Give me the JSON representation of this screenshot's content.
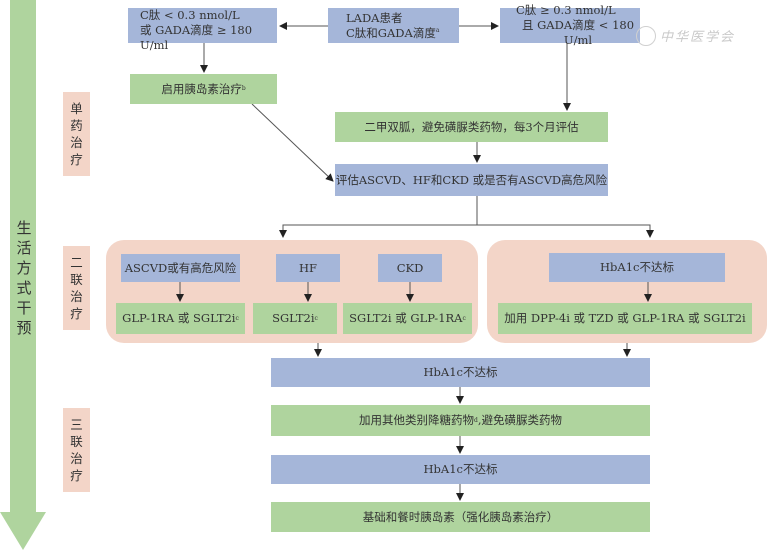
{
  "lifestyle": {
    "chars": [
      "生",
      "活",
      "方",
      "式",
      "干",
      "预"
    ],
    "color": "#afd49e"
  },
  "stages": {
    "mono": [
      "单",
      "药",
      "治",
      "疗"
    ],
    "dual": [
      "二",
      "联",
      "治",
      "疗"
    ],
    "triple": [
      "三",
      "联",
      "治",
      "疗"
    ]
  },
  "top": {
    "left_box": {
      "line1": "C肽 < 0.3 nmol/L",
      "line2": "或 GADA滴度 ≥ 180 U/ml"
    },
    "center_box": {
      "line1": "LADA患者",
      "line2": "C肽和GADA滴度",
      "sup": "a"
    },
    "right_box": {
      "line1": "C肽 ≥ 0.3 nmol/L",
      "line2": "且 GADA滴度 < 180 U/ml"
    },
    "insulin_box": {
      "text": "启用胰岛素治疗",
      "sup": "b"
    }
  },
  "mono": {
    "metformin_box": "二甲双胍，避免磺脲类药物，每3个月评估",
    "assess_box": "评估ASCVD、HF和CKD 或是否有ASCVD高危风险"
  },
  "dual": {
    "left_group": [
      {
        "condition": "ASCVD或有高危风险",
        "treatment": "GLP-1RA 或 SGLT2i",
        "sup": "c"
      },
      {
        "condition": "HF",
        "treatment": "SGLT2i",
        "sup": "c"
      },
      {
        "condition": "CKD",
        "treatment": "SGLT2i 或 GLP-1RA",
        "sup": "c"
      }
    ],
    "right_group": {
      "condition": "HbA1c不达标",
      "treatment": "加用 DPP-4i 或 TZD 或 GLP-1RA 或 SGLT2i"
    }
  },
  "triple": {
    "hba1c_1": "HbA1c不达标",
    "add_other": {
      "text_before": "加用其他类别降糖药物",
      "sup": "d",
      "text_after": " ,避免磺脲类药物"
    },
    "hba1c_2": "HbA1c不达标",
    "insulin_final": "基础和餐时胰岛素（强化胰岛素治疗）"
  },
  "colors": {
    "blue_box": "#a5b6d9",
    "green_box": "#afd49e",
    "pink_stage": "#f3d5c8"
  },
  "watermark": "中华医学会"
}
